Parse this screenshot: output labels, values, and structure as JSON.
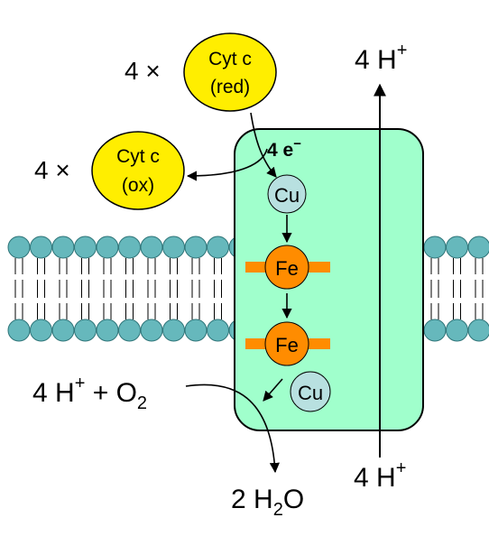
{
  "colors": {
    "complex_fill": "#a0ffcc",
    "lipid_head": "#66b8bc",
    "cyt_c": "#ffee00",
    "cu": "#b8e0e0",
    "fe": "#ff8c00",
    "stroke": "#000000"
  },
  "labels": {
    "top_proton_coef": "4 H",
    "top_proton_sup": "+",
    "bottom_proton_coef": "4 H",
    "bottom_proton_sup": "+",
    "reactant_h": "4 H",
    "reactant_h_sup": "+",
    "reactant_plus_o": " + O",
    "reactant_o_sub": "2",
    "product_prefix": "2 H",
    "product_sub": "2",
    "product_suffix": "O",
    "electrons": "4 e",
    "electrons_sup": "−",
    "cyt_red_multiplier": "4 ×",
    "cyt_red_line1": "Cyt c",
    "cyt_red_line2": "(red)",
    "cyt_ox_multiplier": "4 ×",
    "cyt_ox_line1": "Cyt c",
    "cyt_ox_line2": "(ox)",
    "cu_a": "Cu",
    "fe_a": "Fe",
    "fe_a3": "Fe",
    "cu_b": "Cu"
  },
  "icons": {
    "complex": "protein-complex-box",
    "membrane": "lipid-bilayer"
  }
}
